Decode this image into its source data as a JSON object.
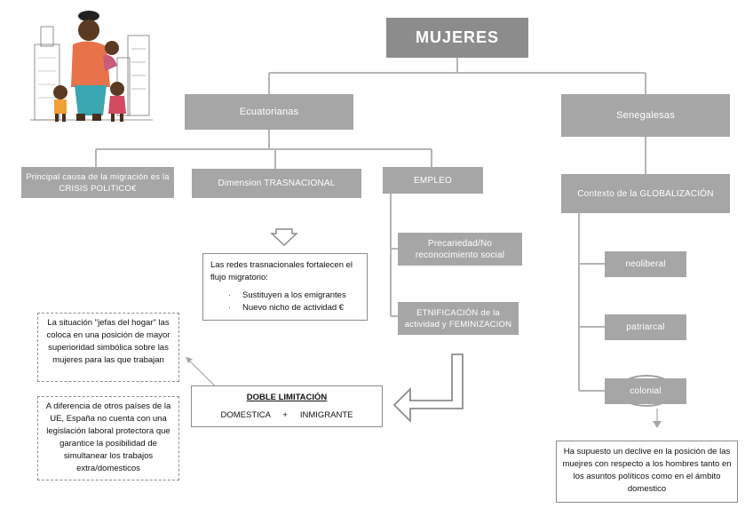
{
  "title": "MUJERES",
  "branches": {
    "ecuatorianas": "Ecuatorianas",
    "senegalesas": "Senegalesas"
  },
  "ecuador": {
    "causa": "Principal causa de la migración es la CRISIS POLITICO€",
    "transnacional": "Dimension TRASNACIONAL",
    "empleo": "EMPLEO",
    "precariedad": "Precariedad/No reconocimiento social",
    "etnificacion": "ETNIFICACIÓN de la actividad y FEMINIZACION",
    "redes": {
      "intro": "Las redes trasnacionales fortalecen el flujo migratorio:",
      "items": [
        "Sustituyen a los emigrantes",
        "Nuevo nicho de actividad €"
      ]
    },
    "limitacion": {
      "title": "DOBLE LIMITACIÓN",
      "left": "DOMESTICA",
      "plus": "+",
      "right": "INMIGRANTE"
    },
    "jefas": "La situación \"jefas del hogar\" las coloca en una posición de mayor superioridad simbólica sobre las mujeres para las que trabajan",
    "diferencia": "A diferencia de otros países de la UE, España no cuenta con una legislación laboral protectora que garantice la posibilidad de simultanear los trabajos extra/domesticos"
  },
  "senegal": {
    "contexto": "Contexto de la GLOBALIZACIÓN",
    "neoliberal": "neoliberal",
    "patriarcal": "patriarcal",
    "colonial": "colonial",
    "conclusion": "Ha supuesto un declive en la posición de las muejres con respecto a los hombres tanto en los asuntos políticos como en el ámbito domestico"
  },
  "colors": {
    "box": "#a6a6a6",
    "title_box": "#8c8c8c",
    "connector": "#b0b0b0",
    "border": "#8c8c8c"
  },
  "icons": [
    "woman-with-children-illustration",
    "down-arrow-outline",
    "left-arrow-outline"
  ]
}
